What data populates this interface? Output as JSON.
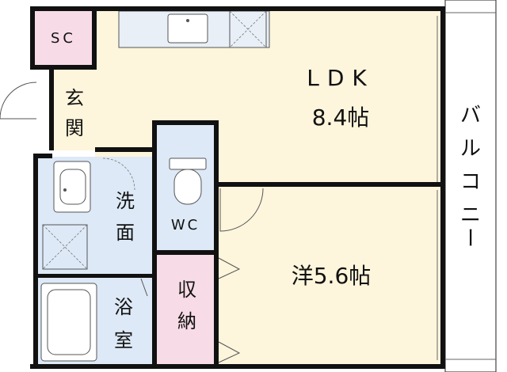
{
  "rooms": {
    "sc": "SC",
    "genkan": [
      "玄",
      "関"
    ],
    "ldk": {
      "name": "LDK",
      "size": "8.4帖"
    },
    "senmen": [
      "洗",
      "面"
    ],
    "wc": "WC",
    "yoshitsu": "洋5.6帖",
    "shuno": [
      "収",
      "納"
    ],
    "yokushitsu": [
      "浴",
      "室"
    ],
    "balcony": [
      "バ",
      "ル",
      "コ",
      "ニ",
      "ー"
    ]
  },
  "colors": {
    "ldk_floor": "#fdf5dc",
    "wet_floor": "#dde9f6",
    "closet_floor": "#f7dbe6",
    "wall": "#111111",
    "balcony": "#ffffff"
  }
}
